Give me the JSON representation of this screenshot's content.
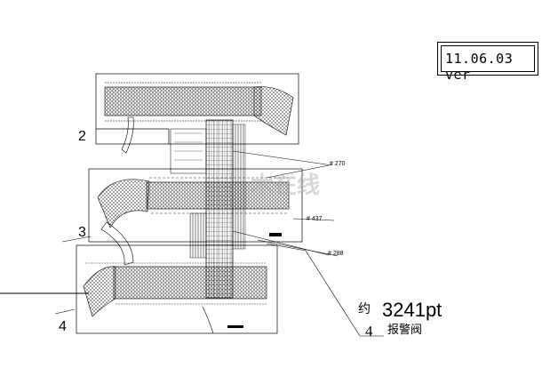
{
  "version_label": "11.06.03 ver",
  "sheet_numbers": {
    "top": "2",
    "middle": "3",
    "bottom": "4"
  },
  "callouts": {
    "c1": "# 270",
    "c2": "# 437",
    "c3": "# 288"
  },
  "note": {
    "prefix": "约",
    "value": "3241pt",
    "number": "4",
    "text": "报警阀"
  },
  "watermark": "木在线",
  "colors": {
    "line": "#000000",
    "background": "#ffffff"
  }
}
